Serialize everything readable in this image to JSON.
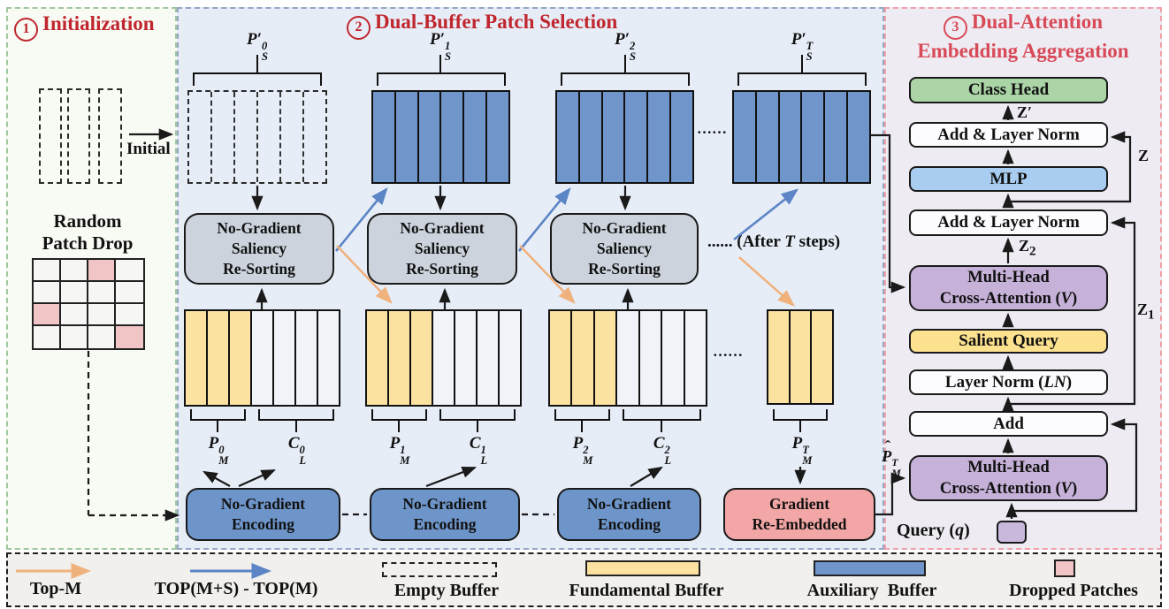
{
  "sec1": {
    "num": "1",
    "title": "Initialization",
    "initial_label": "Initial",
    "rpd_line1": "Random",
    "rpd_line2": "Patch Drop"
  },
  "sec2": {
    "num": "2",
    "title": "Dual-Buffer Patch Selection",
    "ps_labels": [
      {
        "base": "P′",
        "sup": "0",
        "sub": "S"
      },
      {
        "base": "P′",
        "sup": "1",
        "sub": "S"
      },
      {
        "base": "P′",
        "sup": "2",
        "sub": "S"
      },
      {
        "base": "P′",
        "sup": "T",
        "sub": "S"
      }
    ],
    "pm_labels": [
      {
        "base": "P",
        "sup": "0",
        "sub": "M"
      },
      {
        "base": "P",
        "sup": "1",
        "sub": "M"
      },
      {
        "base": "P",
        "sup": "2",
        "sub": "M"
      }
    ],
    "cl_labels": [
      {
        "base": "C",
        "sup": "0",
        "sub": "L"
      },
      {
        "base": "C",
        "sup": "1",
        "sub": "L"
      },
      {
        "base": "C",
        "sup": "2",
        "sub": "L"
      }
    ],
    "pmt_label": {
      "base": "P",
      "sup": "T",
      "sub": "M"
    },
    "resort": {
      "l1": "No-Gradient",
      "l2": "Saliency",
      "l3": "Re-Sorting"
    },
    "encode": {
      "l1": "No-Gradient",
      "l2": "Encoding"
    },
    "gradient": {
      "l1": "Gradient",
      "l2": "Re-Embedded"
    },
    "dots_top": "……",
    "dots_mid": "……",
    "after_t_pre": "...... (After ",
    "after_t_it": "T",
    "after_t_post": " steps)"
  },
  "sec3": {
    "num": "3",
    "title_line1": "Dual-Attention",
    "title_line2": "Embedding Aggregation",
    "class_head": "Class Head",
    "add_ln": "Add & Layer Norm",
    "mlp": "MLP",
    "mhca_line1": "Multi-Head",
    "mhca_line2_pre": "Cross-Attention (",
    "mhca_line2_it": "V",
    "mhca_line2_post": ")",
    "salient_query": "Salient Query",
    "ln_pre": "Layer Norm (",
    "ln_it": "LN",
    "ln_post": ")",
    "add": "Add",
    "query_pre": "Query (",
    "query_it": "q",
    "query_post": ")",
    "z_prime": "Z′",
    "z": "Z",
    "z1": {
      "base": "Z",
      "sub": "1"
    },
    "z2": {
      "base": "Z",
      "sub": "2"
    },
    "p_hat": {
      "hat": "ˆ",
      "base": "P",
      "sup": "T",
      "sub": "M"
    }
  },
  "legend": {
    "top_m": "Top-M",
    "top_ms": "TOP(M+S) - TOP(M)",
    "empty": "Empty Buffer",
    "fundamental": "Fundamental Buffer",
    "auxiliary": "Auxiliary  Buffer",
    "dropped": "Dropped Patches"
  },
  "colors": {
    "title_red": "#c0262e",
    "title_pink": "#d84a57",
    "auxiliary_blue": "#7095cb",
    "fundamental_yellow": "#fbe2a0",
    "dropped_pink": "#f1c4c6",
    "resort_gray": "#ccd3dc",
    "encode_blue": "#6e95c9",
    "gradient_pink": "#f2a6a5",
    "class_green": "#abd5a7",
    "mlp_blue": "#a9cdf0",
    "mhca_purple": "#c6b1d8",
    "salient_yellow": "#fce18f",
    "query_purple": "#c9b8dc",
    "arrow_orange": "#f0b27d",
    "arrow_blue": "#5c85c6"
  }
}
